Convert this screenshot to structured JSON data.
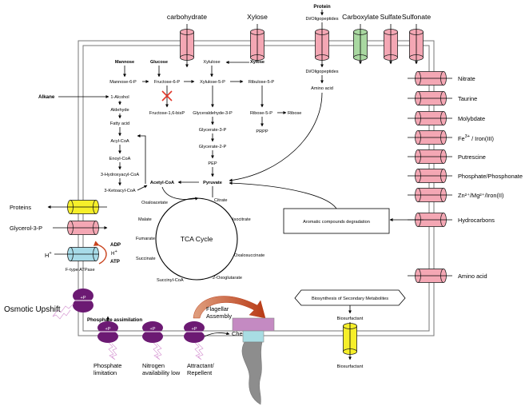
{
  "transporters_top": {
    "carbohydrate": "carbohydrate",
    "xylose": "Xylose",
    "protein": "Protein",
    "di_oligopeptides": "Di/Oligopeptides",
    "carboxylate": "Carboxylate",
    "sulfate": "Sulfate",
    "sulfonate": "Sulfonate"
  },
  "transporters_right": {
    "nitrate": "Nitrate",
    "taurine": "Taurine",
    "molybdate": "Molybdate",
    "iron3_main": "Fe",
    "iron3_sup": "3+",
    "iron3_tail": " / Iron(III)",
    "putrescine": "Putrescine",
    "phosphate": "Phosphate/Phosphonate",
    "zinc": "Zn²⁺/Mg²⁺/Iron(II)",
    "hydrocarbons": "Hydrocarbons",
    "amino_acid": "Amino acid"
  },
  "transporters_left": {
    "alkane": "Alkane",
    "proteins": "Proteins",
    "glycerol": "Glycerol-3-P",
    "h_main": "H",
    "h_sup": "+",
    "adp": "ADP",
    "h_inner_main": "H",
    "h_inner_sup": "+",
    "atp": "ATP",
    "atpase": "F-type ATPase"
  },
  "metabolites": {
    "mannose": "Mannose",
    "glucose": "Glucose",
    "xylulose": "Xylulose",
    "xylose_in": "Xylose",
    "mannose6p": "Mannose-6-P",
    "fructose6p": "Fructose-6-P",
    "xylulose5p": "Xylulose-5-P",
    "ribulose5p": "Ribulose-5-P",
    "fructose16bisp": "Fructose-1,6-bisP",
    "glyceraldehyde3p": "Glyceraldehyde-3-P",
    "ribose5p": "Ribose-5-P",
    "ribose": "Ribose",
    "prpp": "PRPP",
    "glycerate3p": "Glycerate-3-P",
    "glycerate2p": "Glycerate-2-P",
    "pep": "PEP",
    "pyruvate": "Pyruvate",
    "acetylcoa": "Acetyl-CoA",
    "di_oligo_in": "Di/Oligopeptides",
    "amino_acid_in": "Amino acid",
    "alcohol1": "1-Alcohol",
    "aldehyde": "Aldehyde",
    "fatty_acid": "Fatty acid",
    "acylcoa": "Acyl-CoA",
    "enoylcoa": "Enoyl-CoA",
    "hydroxyacylcoa": "3-Hydroxyacyl-CoA",
    "ketoacylcoa": "3-Ketoacyl-CoA"
  },
  "tca": {
    "title": "TCA Cycle",
    "citrate": "Citrate",
    "isocitrate": "Isocitrate",
    "oxalosuccinate": "Oxalosuccinate",
    "oxoglutarate": "2-Oxoglutarate",
    "succinylcoa": "Succinyl-CoA",
    "succinate": "Succinate",
    "fumarate": "Fumarate",
    "malate": "Malate",
    "oxaloacetate": "Oxaloacetate"
  },
  "boxes": {
    "aromatic": "Aromatic compounds degradation",
    "secondary": "Biosynthesis of Secondary Metabolites"
  },
  "signaling": {
    "p_label": "+P",
    "osmotic": "Osmotic Upshift",
    "phosphate_assim": "Phosphate assimilation",
    "phosphate_limit_1": "Phosphate",
    "phosphate_limit_2": "limitation",
    "nitrogen_1": "Nitrogen",
    "nitrogen_2": "availability low",
    "attractant_1": "Attractant/",
    "attractant_2": "Repellent",
    "flagellar_1": "Flagellar",
    "flagellar_2": "Assembly",
    "chemotaxis": "Chemotaxis",
    "biosurfactant_in": "Biosurfactant",
    "biosurfactant_out": "Biosurfactant"
  },
  "colors": {
    "pink_transporter": "#f4a7b4",
    "green_transporter": "#a9d8a1",
    "yellow_transporter": "#f6ef2a",
    "cyan_transporter": "#a7dbe8",
    "purple_kinase": "#6c1a73",
    "flagellum_motor": "#c48ac2",
    "flagellum_hook": "#a8dde3",
    "flagellum": "#8d8d8d",
    "orange_arrow": "#c9431d",
    "block_cross": "#e23a2d"
  }
}
